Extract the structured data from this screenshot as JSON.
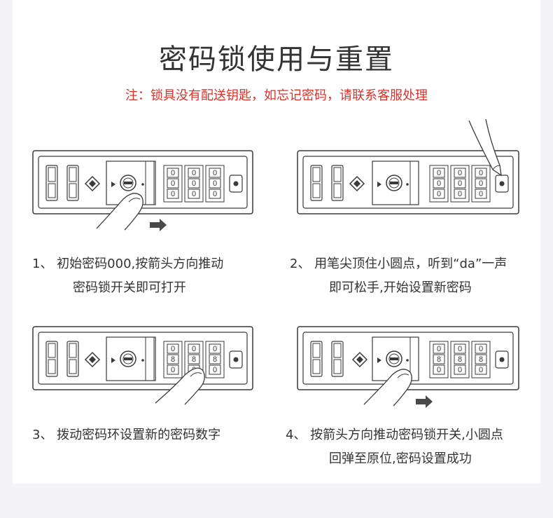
{
  "title": "密码锁使用与重置",
  "note": "注：锁具没有配送钥匙，如忘记密码，请联系客服处理",
  "steps": [
    {
      "lines": [
        "1、 初始密码000,按箭头方向推动",
        "密码锁开关即可打开"
      ],
      "dials": [
        "0",
        "0",
        "0"
      ]
    },
    {
      "lines": [
        "2、 用笔尖顶住小圆点，听到“da”一声",
        "即可松手,开始设置新密码"
      ],
      "dials": [
        "0",
        "0",
        "0"
      ]
    },
    {
      "lines": [
        "3、 拨动密码环设置新的密码数字"
      ],
      "dials": [
        "8",
        "8",
        "8"
      ]
    },
    {
      "lines": [
        "4、 按箭头方向推动密码锁开关,小圆点",
        "回弹至原位,密码设置成功"
      ],
      "dials": [
        "8",
        "8",
        "8"
      ]
    }
  ],
  "colors": {
    "title": "#333333",
    "note": "#d9332c",
    "line": "#3a3a3a",
    "page": "#f4f4f6"
  }
}
